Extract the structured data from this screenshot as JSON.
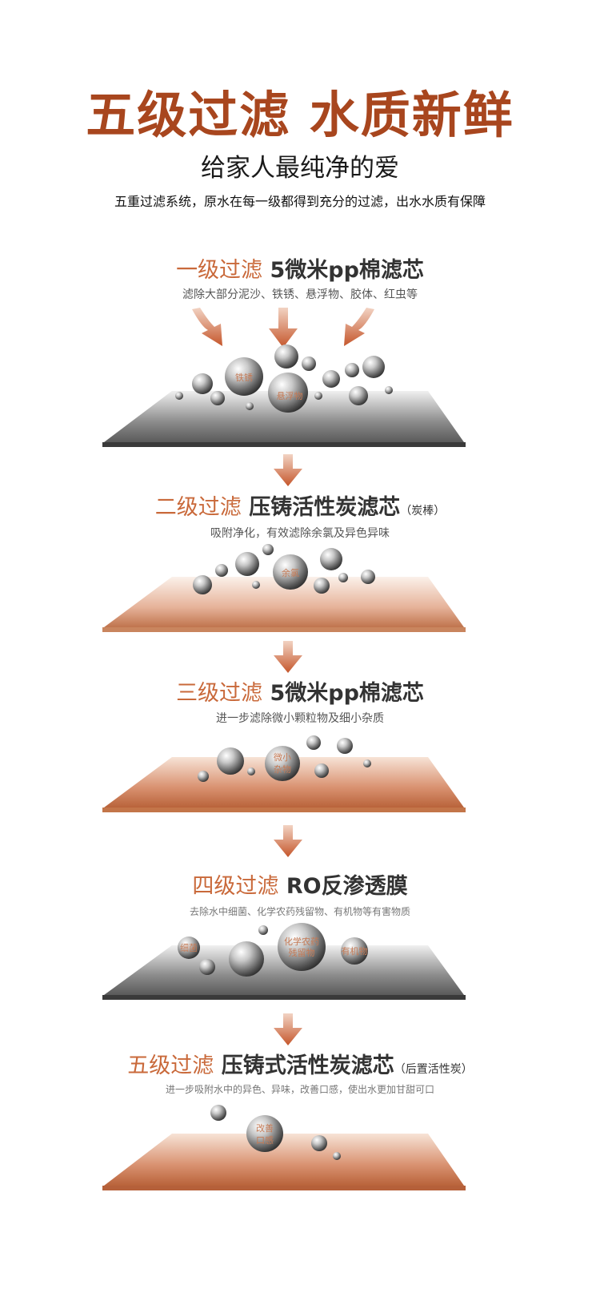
{
  "hero": {
    "title": "五级过滤 水质新鲜",
    "subtitle": "给家人最纯净的爱",
    "description": "五重过滤系统，原水在每一级都得到充分的过滤，出水水质有保障"
  },
  "stages": [
    {
      "level": "一级过滤",
      "name": "5微米pp棉滤芯",
      "note": "",
      "description": "滤除大部分泥沙、铁锈、悬浮物、胶体、红虫等",
      "bubble_labels": [
        "铁锈",
        "悬浮物"
      ]
    },
    {
      "level": "二级过滤",
      "name": "压铸活性炭滤芯",
      "note": "（炭棒）",
      "description": "吸附净化，有效滤除余氯及异色异味",
      "bubble_labels": [
        "余氯"
      ]
    },
    {
      "level": "三级过滤",
      "name": "5微米pp棉滤芯",
      "note": "",
      "description": "进一步滤除微小颗粒物及细小杂质",
      "bubble_labels": [
        "微小",
        "杂物"
      ]
    },
    {
      "level": "四级过滤",
      "name": "RO反渗透膜",
      "note": "",
      "description": "去除水中细菌、化学农药残留物、有机物等有害物质",
      "bubble_labels": [
        "细菌",
        "化学农药",
        "残留物",
        "有机物"
      ]
    },
    {
      "level": "五级过滤",
      "name": "压铸式活性炭滤芯",
      "note": "（后置活性炭）",
      "description": "进一步吸附水中的异色、异味，改善口感，使出水更加甘甜可口",
      "bubble_labels": [
        "改善",
        "口感"
      ]
    }
  ],
  "colors": {
    "title": "#a8461e",
    "level_text": "#c9693a",
    "name_text": "#333333",
    "arrow": "#c8623a",
    "gray_plate": "#8a8a8a",
    "copper_plate": "#d98a63"
  }
}
